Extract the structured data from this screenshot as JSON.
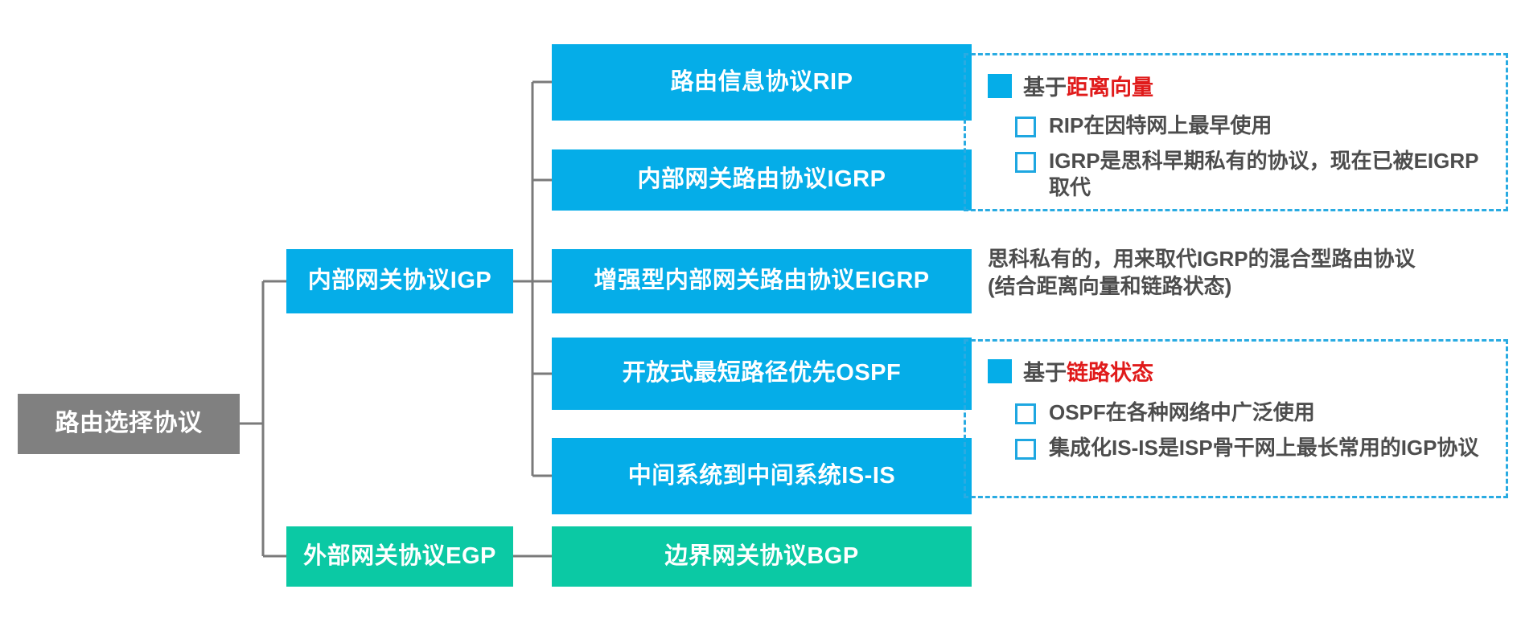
{
  "diagram": {
    "title": "路由选择协议",
    "root": {
      "label": "路由选择协议",
      "color": "#808080"
    },
    "branches": [
      {
        "label": "内部网关协议IGP",
        "color": "#05ADE8"
      },
      {
        "label": "外部网关协议EGP",
        "color": "#0BC9A4"
      }
    ],
    "protocols": [
      {
        "label": "路由信息协议RIP",
        "color": "#05ADE8",
        "parent": "内部网关协议IGP"
      },
      {
        "label": "内部网关路由协议IGRP",
        "color": "#05ADE8",
        "parent": "内部网关协议IGP"
      },
      {
        "label": "增强型内部网关路由协议EIGRP",
        "color": "#05ADE8",
        "parent": "内部网关协议IGP"
      },
      {
        "label": "开放式最短路径优先OSPF",
        "color": "#05ADE8",
        "parent": "内部网关协议IGP"
      },
      {
        "label": "中间系统到中间系统IS-IS",
        "color": "#05ADE8",
        "parent": "内部网关协议IGP"
      },
      {
        "label": "边界网关协议BGP",
        "color": "#0BC9A4",
        "parent": "外部网关协议EGP"
      }
    ],
    "annotations": [
      {
        "kind": "dashed-panel",
        "heading_prefix": "基于",
        "heading_highlight": "距离向量",
        "highlight_color": "#E01B1B",
        "swatch_color": "#05ADE8",
        "border_color": "#29ABE2",
        "items": [
          "RIP在因特网上最早使用",
          "IGRP是思科早期私有的协议，现在已被EIGRP取代"
        ]
      },
      {
        "kind": "plain-text",
        "text": "思科私有的，用来取代IGRP的混合型路由协议(结合距离向量和链路状态)",
        "line1": "思科私有的，用来取代IGRP的混合型路由协议",
        "line2": "(结合距离向量和链路状态)"
      },
      {
        "kind": "dashed-panel",
        "heading_prefix": "基于",
        "heading_highlight": "链路状态",
        "highlight_color": "#E01B1B",
        "swatch_color": "#05ADE8",
        "border_color": "#29ABE2",
        "items": [
          "OSPF在各种网络中广泛使用",
          "集成化IS-IS是ISP骨干网上最长常用的IGP协议"
        ]
      }
    ]
  }
}
